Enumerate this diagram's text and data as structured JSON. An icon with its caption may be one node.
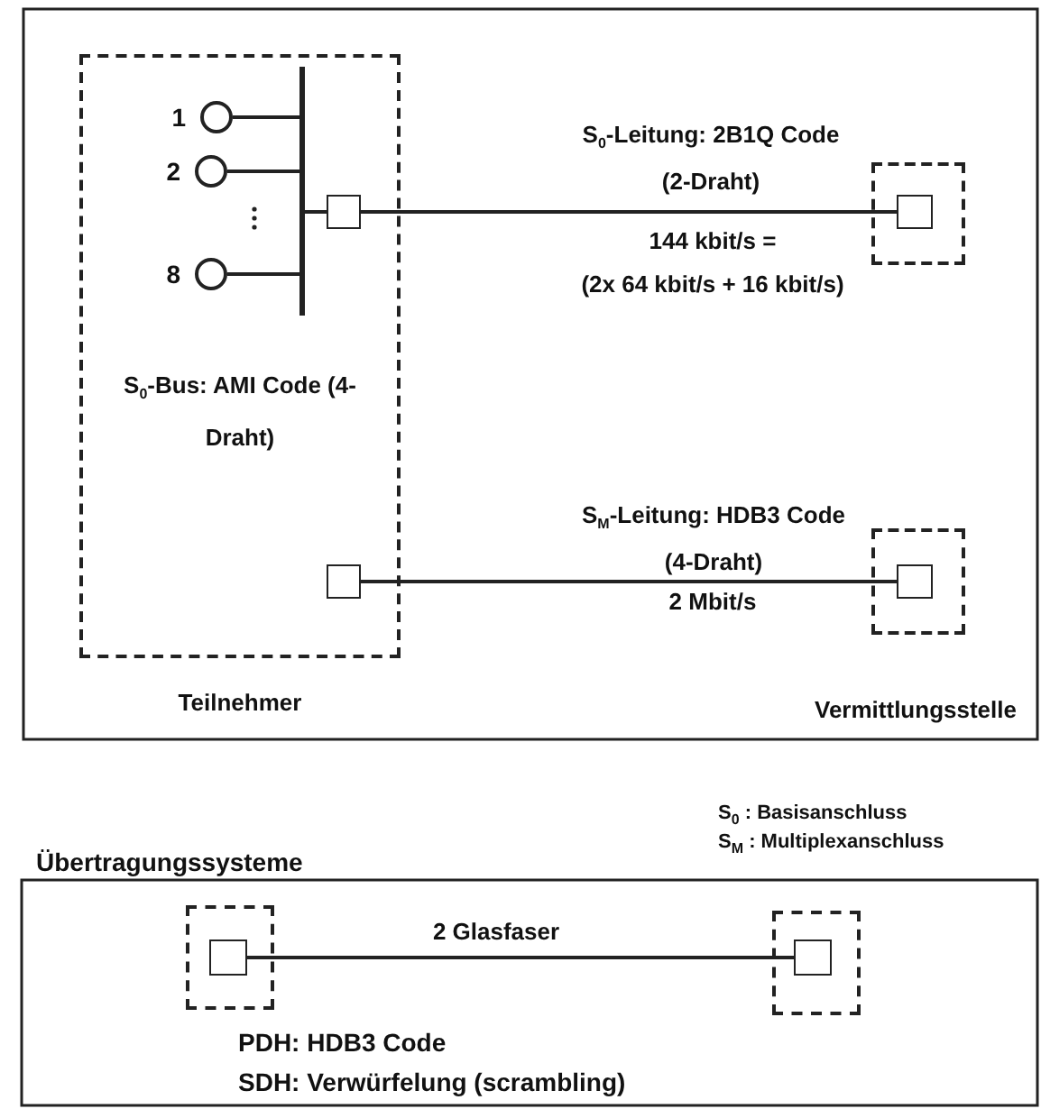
{
  "diagram": {
    "nodes": [
      {
        "text": [
          "S$_{0}$-Bus: AMI Code (4-Draht)",
          "Teilnehmer"
        ]
      },
      {
        "text": [],
        "shape": "circle",
        "beside": [
          "1"
        ],
        "in": 0
      },
      {
        "text": [],
        "shape": "circle",
        "beside": [
          "2"
        ],
        "in": 0
      },
      {
        "text": [],
        "shape": "circle",
        "beside": [
          "8"
        ],
        "in": 0
      },
      {
        "text": [],
        "shape": "bar",
        "in": 0
      },
      {
        "text": [],
        "shape": "box",
        "in": 0
      },
      {
        "text": [],
        "shape": "box",
        "in": 0
      },
      {
        "text": [],
        "shape": "box"
      },
      {
        "text": [],
        "shape": "box",
        "in": 7
      },
      {
        "text": [],
        "shape": "box"
      },
      {
        "text": [],
        "shape": "box",
        "in": 9
      },
      {
        "text": [],
        "shape": "box"
      },
      {
        "text": [],
        "shape": "box",
        "in": 11
      },
      {
        "text": [],
        "shape": "box"
      },
      {
        "text": [],
        "shape": "box",
        "in": 13
      }
    ],
    "edges": [
      {
        "from": 1,
        "to": 4,
        "arrow": "none"
      },
      {
        "from": 2,
        "to": 4,
        "arrow": "none"
      },
      {
        "from": 3,
        "to": 4,
        "arrow": "none"
      },
      {
        "from": 4,
        "to": 5,
        "arrow": "none"
      },
      {
        "from": 5,
        "to": 8,
        "arrow": "none",
        "label": "S$_{0}$-Leitung: 2B1Q Code (2-Draht)"
      },
      {
        "from": 6,
        "to": 10,
        "arrow": "none",
        "label": "S$_{M}$-Leitung: HDB3 Code (4-Draht)"
      },
      {
        "from": 12,
        "to": 14,
        "arrow": "none",
        "label": "2 Glasfaser"
      }
    ],
    "labels": [
      "144 kbit/s =",
      "(2x 64 kbit/s + 16 kbit/s)",
      "2 Mbit/s",
      "Vermittlungsstelle",
      "S$_{0}$ : Basisanschluss",
      "S$_{M}$ : Multiplexanschluss",
      "Übertragungssysteme",
      "PDH: HDB3 Code",
      "SDH: Verwürfelung (scrambling)"
    ]
  }
}
